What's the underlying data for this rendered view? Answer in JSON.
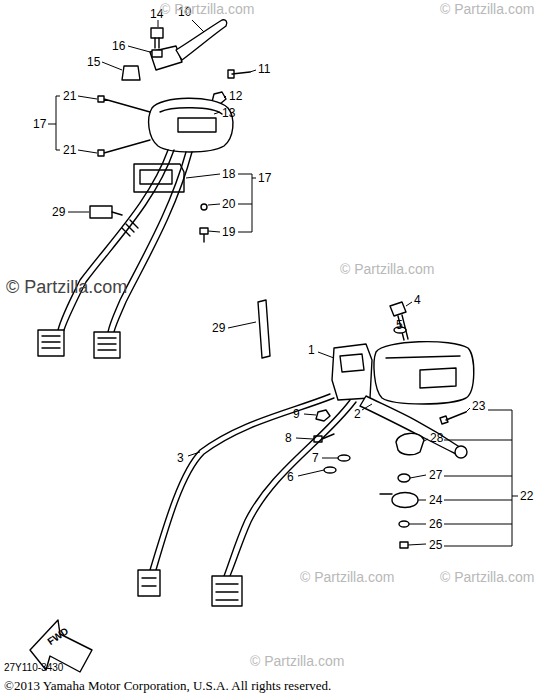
{
  "diagram": {
    "labels": [
      "14",
      "10",
      "16",
      "15",
      "11",
      "12",
      "13",
      "21",
      "21",
      "17",
      "18",
      "17",
      "20",
      "19",
      "29",
      "© Partzilla.com",
      "29",
      "4",
      "5",
      "1",
      "2",
      "9",
      "23",
      "22",
      "8",
      "28",
      "3",
      "7",
      "6",
      "27",
      "24",
      "26",
      "25",
      "FWD",
      "27Y110-3430",
      "©2013 Yamaha Motor Corporation, U.S.A. All rights reserved.",
      "© Partzilla.com",
      "© Partzilla.com",
      "© Partzilla.com",
      "© Partzilla.com",
      "© Partzilla.com",
      "© Partzilla.com"
    ]
  }
}
